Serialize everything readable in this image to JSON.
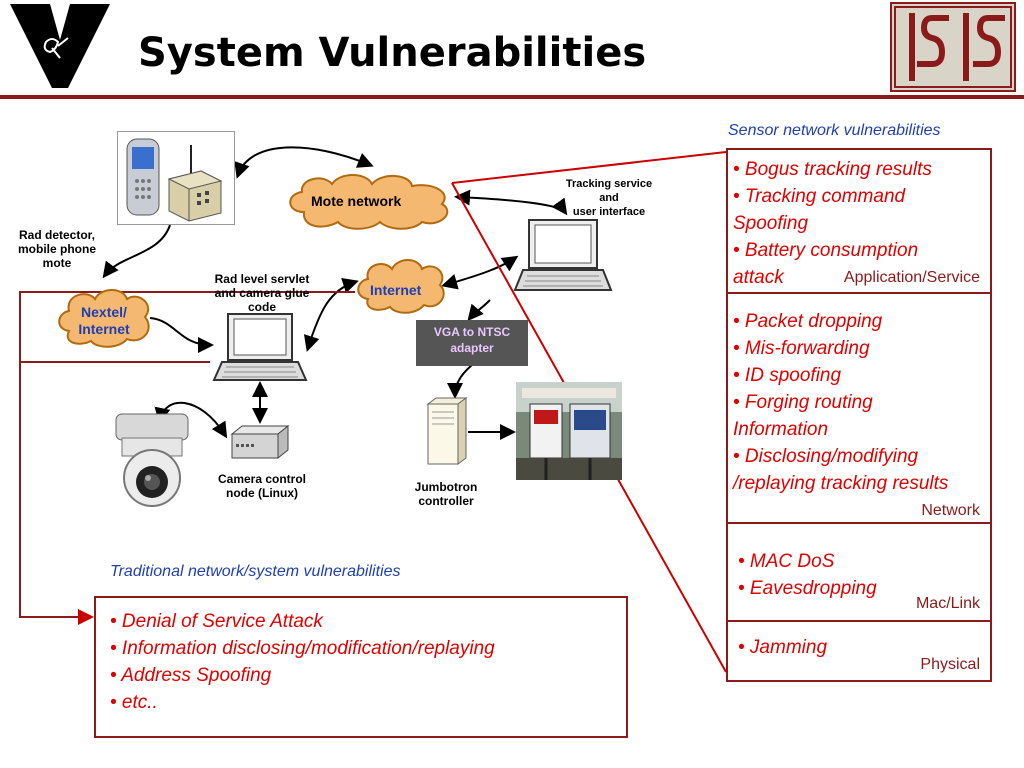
{
  "slide": {
    "title": "System Vulnerabilities"
  },
  "diagram": {
    "mote_network": "Mote network",
    "internet": "Internet",
    "nextel_line1": "Nextel/",
    "nextel_line2": "Internet",
    "rad_detector_lines": [
      "Rad detector,",
      "mobile phone",
      "mote"
    ],
    "servlet_lines": [
      "Rad level servlet",
      "and camera glue",
      "code"
    ],
    "tracking_lines": [
      "Tracking service",
      "and",
      "user interface"
    ],
    "vga_lines": [
      "VGA to NTSC",
      "adapter"
    ],
    "camera_node_lines": [
      "Camera control",
      "node (Linux)"
    ],
    "jumbotron_lines": [
      "Jumbotron",
      "controller"
    ]
  },
  "sensor_panel": {
    "heading": "Sensor network vulnerabilities",
    "application": {
      "bullets": [
        "• Bogus tracking results",
        "• Tracking command",
        "Spoofing",
        "• Battery consumption",
        "attack"
      ],
      "layer": "Application/Service"
    },
    "network": {
      "bullets": [
        "• Packet dropping",
        "• Mis-forwarding",
        "• ID spoofing",
        "• Forging routing",
        "Information",
        "• Disclosing/modifying",
        "/replaying tracking results"
      ],
      "layer": "Network"
    },
    "mac": {
      "bullets": [
        "• MAC DoS",
        "• Eavesdropping"
      ],
      "layer": "Mac/Link"
    },
    "physical": {
      "bullets": [
        "• Jamming"
      ],
      "layer": "Physical"
    }
  },
  "traditional_panel": {
    "heading": "Traditional network/system vulnerabilities",
    "bullets": [
      "• Denial of Service Attack",
      "• Information disclosing/modification/replaying",
      "• Address Spoofing",
      "• etc.."
    ]
  },
  "colors": {
    "accent_dark_red": "#8b1a1a",
    "bullet_red": "#e00000",
    "heading_blue": "#1f3fb3",
    "cloud_orange": "#f5b870"
  }
}
